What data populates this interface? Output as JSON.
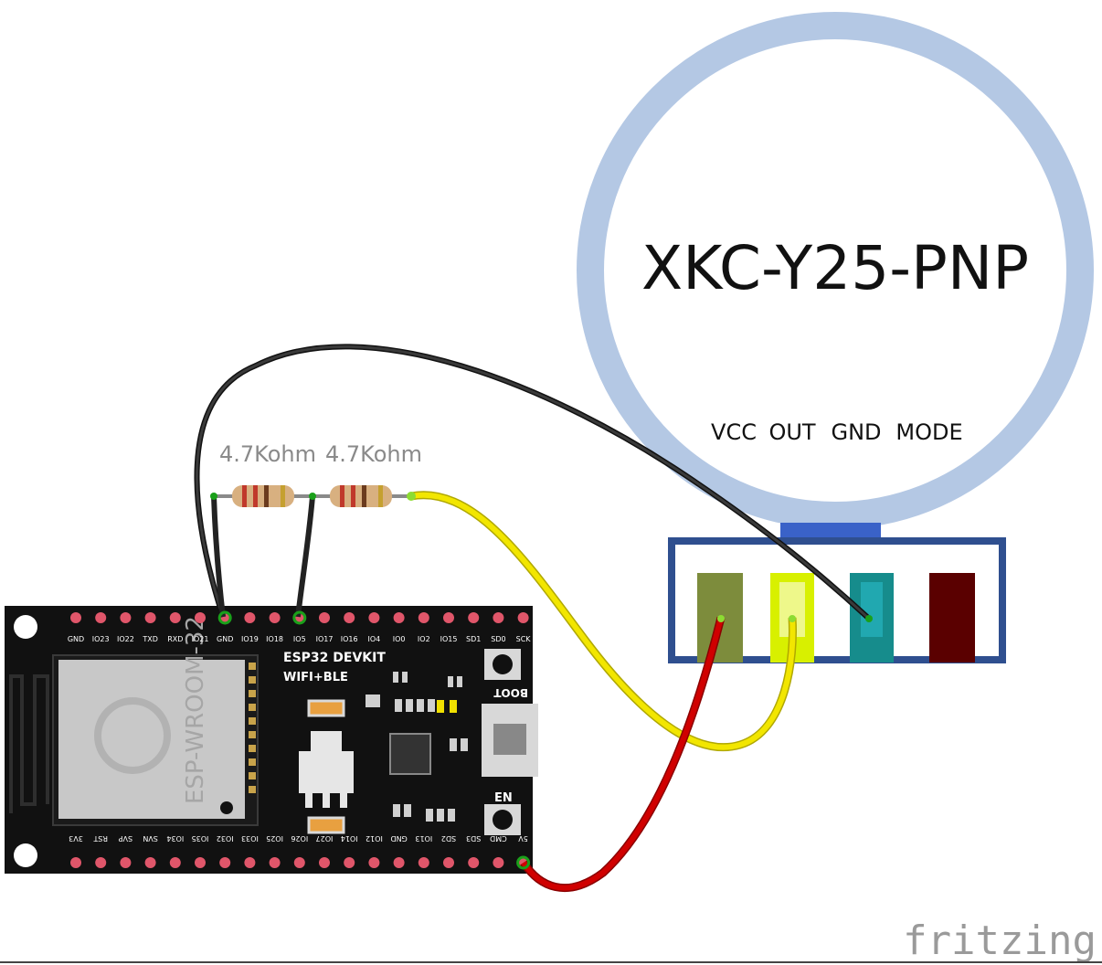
{
  "diagram": {
    "sensor": {
      "name": "XKC-Y25-PNP",
      "pin_labels": [
        "VCC",
        "OUT",
        "GND",
        "MODE"
      ]
    },
    "board": {
      "title": "ESP32 DEVKIT",
      "subtitle": "WIFI+BLE",
      "module_label": "ESP-WROOM-32",
      "boot_label": "BOOT",
      "en_label": "EN",
      "top_pins": [
        "GND",
        "IO23",
        "IO22",
        "TXD",
        "RXD",
        "IO21",
        "GND",
        "IO19",
        "IO18",
        "IO5",
        "IO17",
        "IO16",
        "IO4",
        "IO0",
        "IO2",
        "IO15",
        "SD1",
        "SD0",
        "SCK"
      ],
      "bottom_pins": [
        "3V3",
        "RST",
        "SVP",
        "SVN",
        "IO34",
        "IO35",
        "IO32",
        "IO33",
        "IO25",
        "IO26",
        "IO27",
        "IO14",
        "IO12",
        "GND",
        "IO13",
        "SD2",
        "SD3",
        "CMD",
        "5V"
      ]
    },
    "resistors": [
      {
        "label": "4.7Kohm"
      },
      {
        "label": "4.7Kohm"
      }
    ],
    "watermark": "fritzing"
  },
  "colors": {
    "ring": "#b4c8e4",
    "board": "#111111",
    "pin_pad": "#e0566a",
    "wire_black": "#222222",
    "wire_yellow": "#f2e600",
    "wire_red": "#cc0000",
    "connector_frame": "#2f4f8f",
    "pin_vcc": "#7d8c3c",
    "pin_out": "#d8f000",
    "pin_gnd": "#168c8c",
    "pin_mode": "#5a0000"
  }
}
